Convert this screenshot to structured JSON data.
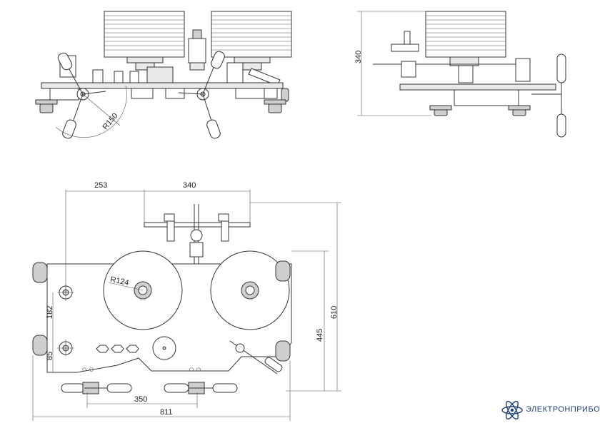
{
  "dimensions": {
    "radius_handle": "R150",
    "height_side": "340",
    "width_left": "253",
    "width_right": "340",
    "radius_reel": "R124",
    "offset_182": "182",
    "offset_85": "85",
    "depth_610": "610",
    "depth_445": "445",
    "span_350": "350",
    "total_811": "811"
  },
  "brand": {
    "name": "ЭЛЕКТРОНПРИБОР",
    "logo_icon": "atom-logo-icon",
    "color": "#1d3f78"
  }
}
